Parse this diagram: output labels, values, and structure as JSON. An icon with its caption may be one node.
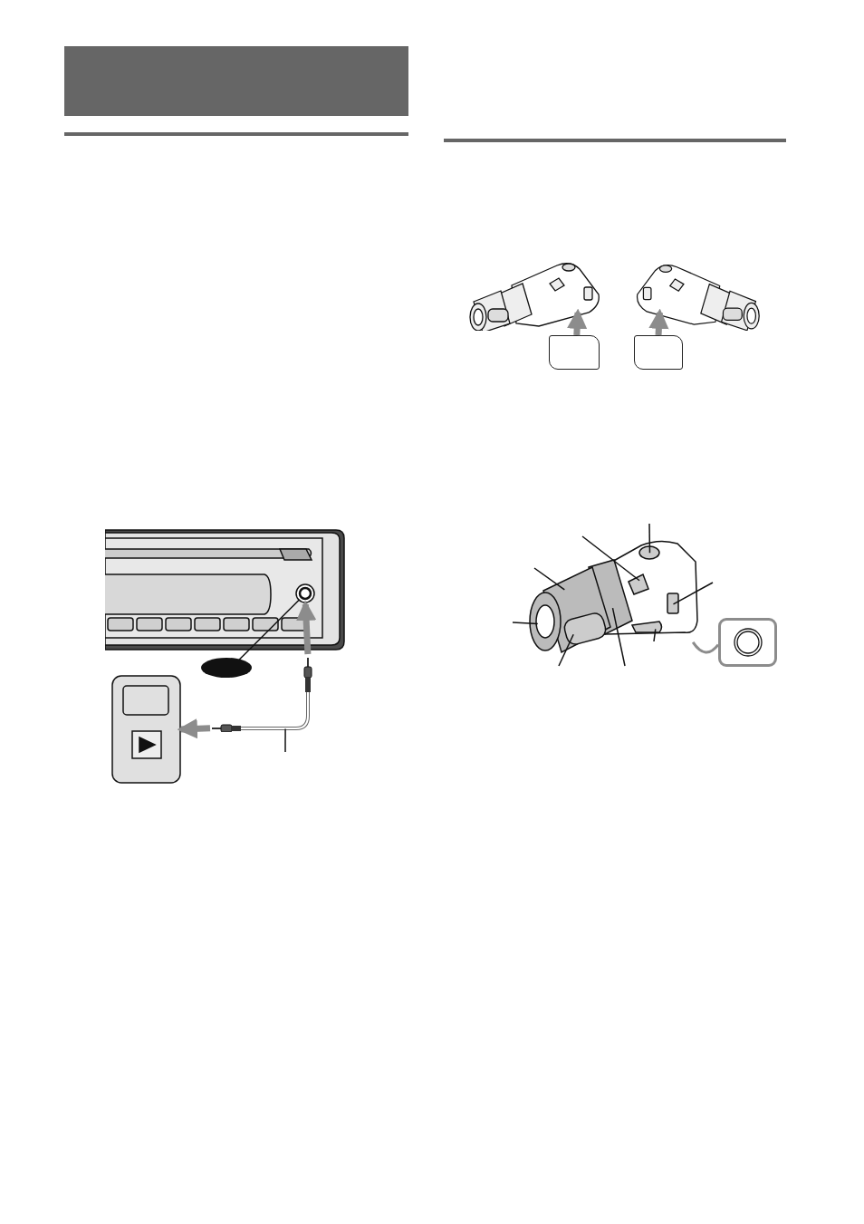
{
  "diagram": {
    "nodes": [
      {
        "text": [],
        "shape": "picture"
      },
      {
        "text": [],
        "shape": "oval"
      },
      {
        "text": [],
        "shape": "picture"
      },
      {
        "text": [],
        "shape": "picture"
      },
      {
        "text": [],
        "shape": "picture"
      },
      {
        "text": [],
        "shape": "box"
      },
      {
        "text": [],
        "shape": "picture"
      },
      {
        "text": [],
        "shape": "box"
      },
      {
        "text": [],
        "shape": "picture"
      },
      {
        "text": [],
        "shape": "box"
      }
    ],
    "edges": [
      {
        "from": 5,
        "to": 4,
        "arrow": "to",
        "style": "thick",
        "color": "#8c8c8c"
      },
      {
        "from": 7,
        "to": 6,
        "arrow": "to",
        "style": "thick",
        "color": "#8c8c8c"
      },
      {
        "from": null,
        "to": 8,
        "arrow": "none"
      },
      {
        "from": null,
        "to": 8,
        "arrow": "none"
      },
      {
        "from": null,
        "to": 8,
        "arrow": "none"
      },
      {
        "from": null,
        "to": 8,
        "arrow": "none"
      },
      {
        "from": null,
        "to": 8,
        "arrow": "none"
      },
      {
        "from": null,
        "to": 8,
        "arrow": "none"
      },
      {
        "from": null,
        "to": 8,
        "arrow": "none"
      },
      {
        "from": null,
        "to": 8,
        "arrow": "none"
      },
      {
        "from": 8,
        "to": 9,
        "arrow": "none",
        "color": "#8c8c8c"
      },
      {
        "from": 1,
        "to": 0,
        "arrow": "none"
      },
      {
        "from": 3,
        "to": 0,
        "arrow": "to",
        "style": "thick",
        "color": "#8c8c8c"
      },
      {
        "from": 3,
        "to": 2,
        "arrow": "to",
        "style": "thick",
        "color": "#8c8c8c"
      },
      {
        "from": null,
        "to": 3,
        "arrow": "none"
      }
    ]
  }
}
